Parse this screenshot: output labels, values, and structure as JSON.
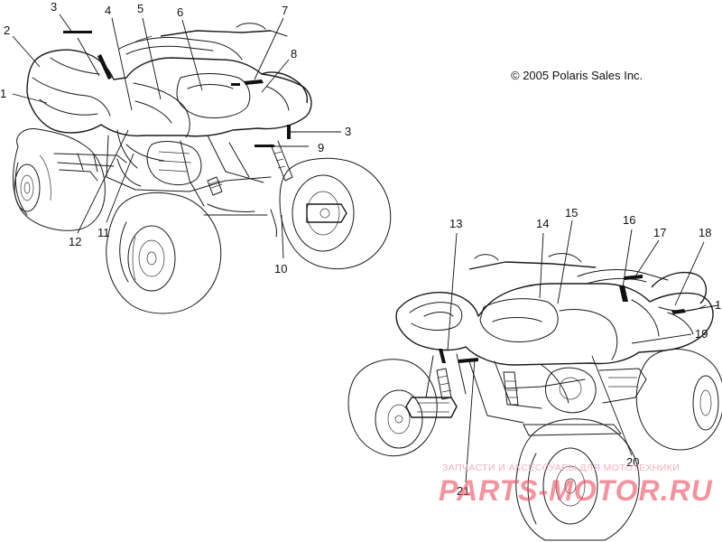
{
  "copyright": "© 2005 Polaris Sales Inc.",
  "watermark": {
    "top_line": "ЗАПЧАСТИ И АКСЕССУАРЫ ДЛЯ МОТОТЕХНИКИ",
    "brand": "PARTS-MOTOR.RU"
  },
  "callouts": [
    {
      "id": "c1a",
      "label": "1"
    },
    {
      "id": "c2",
      "label": "2"
    },
    {
      "id": "c3a",
      "label": "3"
    },
    {
      "id": "c4",
      "label": "4"
    },
    {
      "id": "c5",
      "label": "5"
    },
    {
      "id": "c6",
      "label": "6"
    },
    {
      "id": "c7",
      "label": "7"
    },
    {
      "id": "c8",
      "label": "8"
    },
    {
      "id": "c3b",
      "label": "3"
    },
    {
      "id": "c9",
      "label": "9"
    },
    {
      "id": "c10",
      "label": "10"
    },
    {
      "id": "c11",
      "label": "11"
    },
    {
      "id": "c12",
      "label": "12"
    },
    {
      "id": "c13",
      "label": "13"
    },
    {
      "id": "c14",
      "label": "14"
    },
    {
      "id": "c15",
      "label": "15"
    },
    {
      "id": "c16",
      "label": "16"
    },
    {
      "id": "c17",
      "label": "17"
    },
    {
      "id": "c18",
      "label": "18"
    },
    {
      "id": "c1b",
      "label": "1"
    },
    {
      "id": "c19",
      "label": "19"
    },
    {
      "id": "c20",
      "label": "20"
    },
    {
      "id": "c21",
      "label": "21"
    }
  ]
}
